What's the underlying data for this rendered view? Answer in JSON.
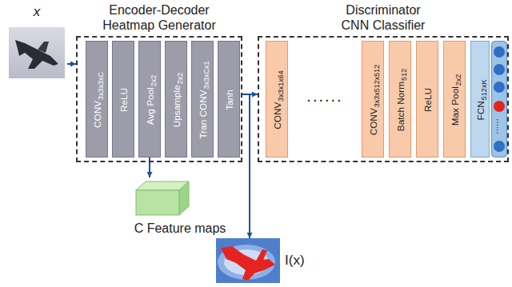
{
  "diagram": {
    "nodes": [
      {
        "text": [
          "x"
        ]
      },
      {
        "text": [
          "Encoder-Decoder Heatmap Generator"
        ]
      },
      {
        "text": [
          "CONV",
          "3x3x3xC"
        ],
        "in": 1
      },
      {
        "text": [
          "ReLU"
        ],
        "in": 1
      },
      {
        "text": [
          "Avg Pool",
          "2x2"
        ],
        "in": 1
      },
      {
        "text": [
          "Upsample",
          "2x2"
        ],
        "in": 1
      },
      {
        "text": [
          "Tran CONV",
          "3x3xCx1"
        ],
        "in": 1
      },
      {
        "text": [
          "Tanh"
        ],
        "in": 1
      },
      {
        "text": [
          "Discriminator CNN Classifier"
        ]
      },
      {
        "text": [
          "CONV",
          "3x3x1x64"
        ],
        "in": 8
      },
      {
        "text": [
          "CONV",
          "3x3x512x512"
        ],
        "in": 8
      },
      {
        "text": [
          "Batch Norm",
          "512"
        ],
        "in": 8
      },
      {
        "text": [
          "ReLU"
        ],
        "in": 8
      },
      {
        "text": [
          "Max Pool",
          "2x2"
        ],
        "in": 8
      },
      {
        "text": [
          "FCN",
          "512xK"
        ],
        "in": 8
      },
      {
        "text": [
          "C Feature maps"
        ]
      },
      {
        "text": [
          "I(x)"
        ]
      }
    ],
    "edges": [
      {
        "from": 0,
        "to": 1,
        "arrow": "to"
      },
      {
        "from": 1,
        "to": 8,
        "arrow": "to"
      },
      {
        "from": 1,
        "to": 16,
        "arrow": "to"
      },
      {
        "from": 4,
        "to": 15,
        "arrow": "to"
      }
    ],
    "labels": [
      "......",
      "......"
    ]
  }
}
